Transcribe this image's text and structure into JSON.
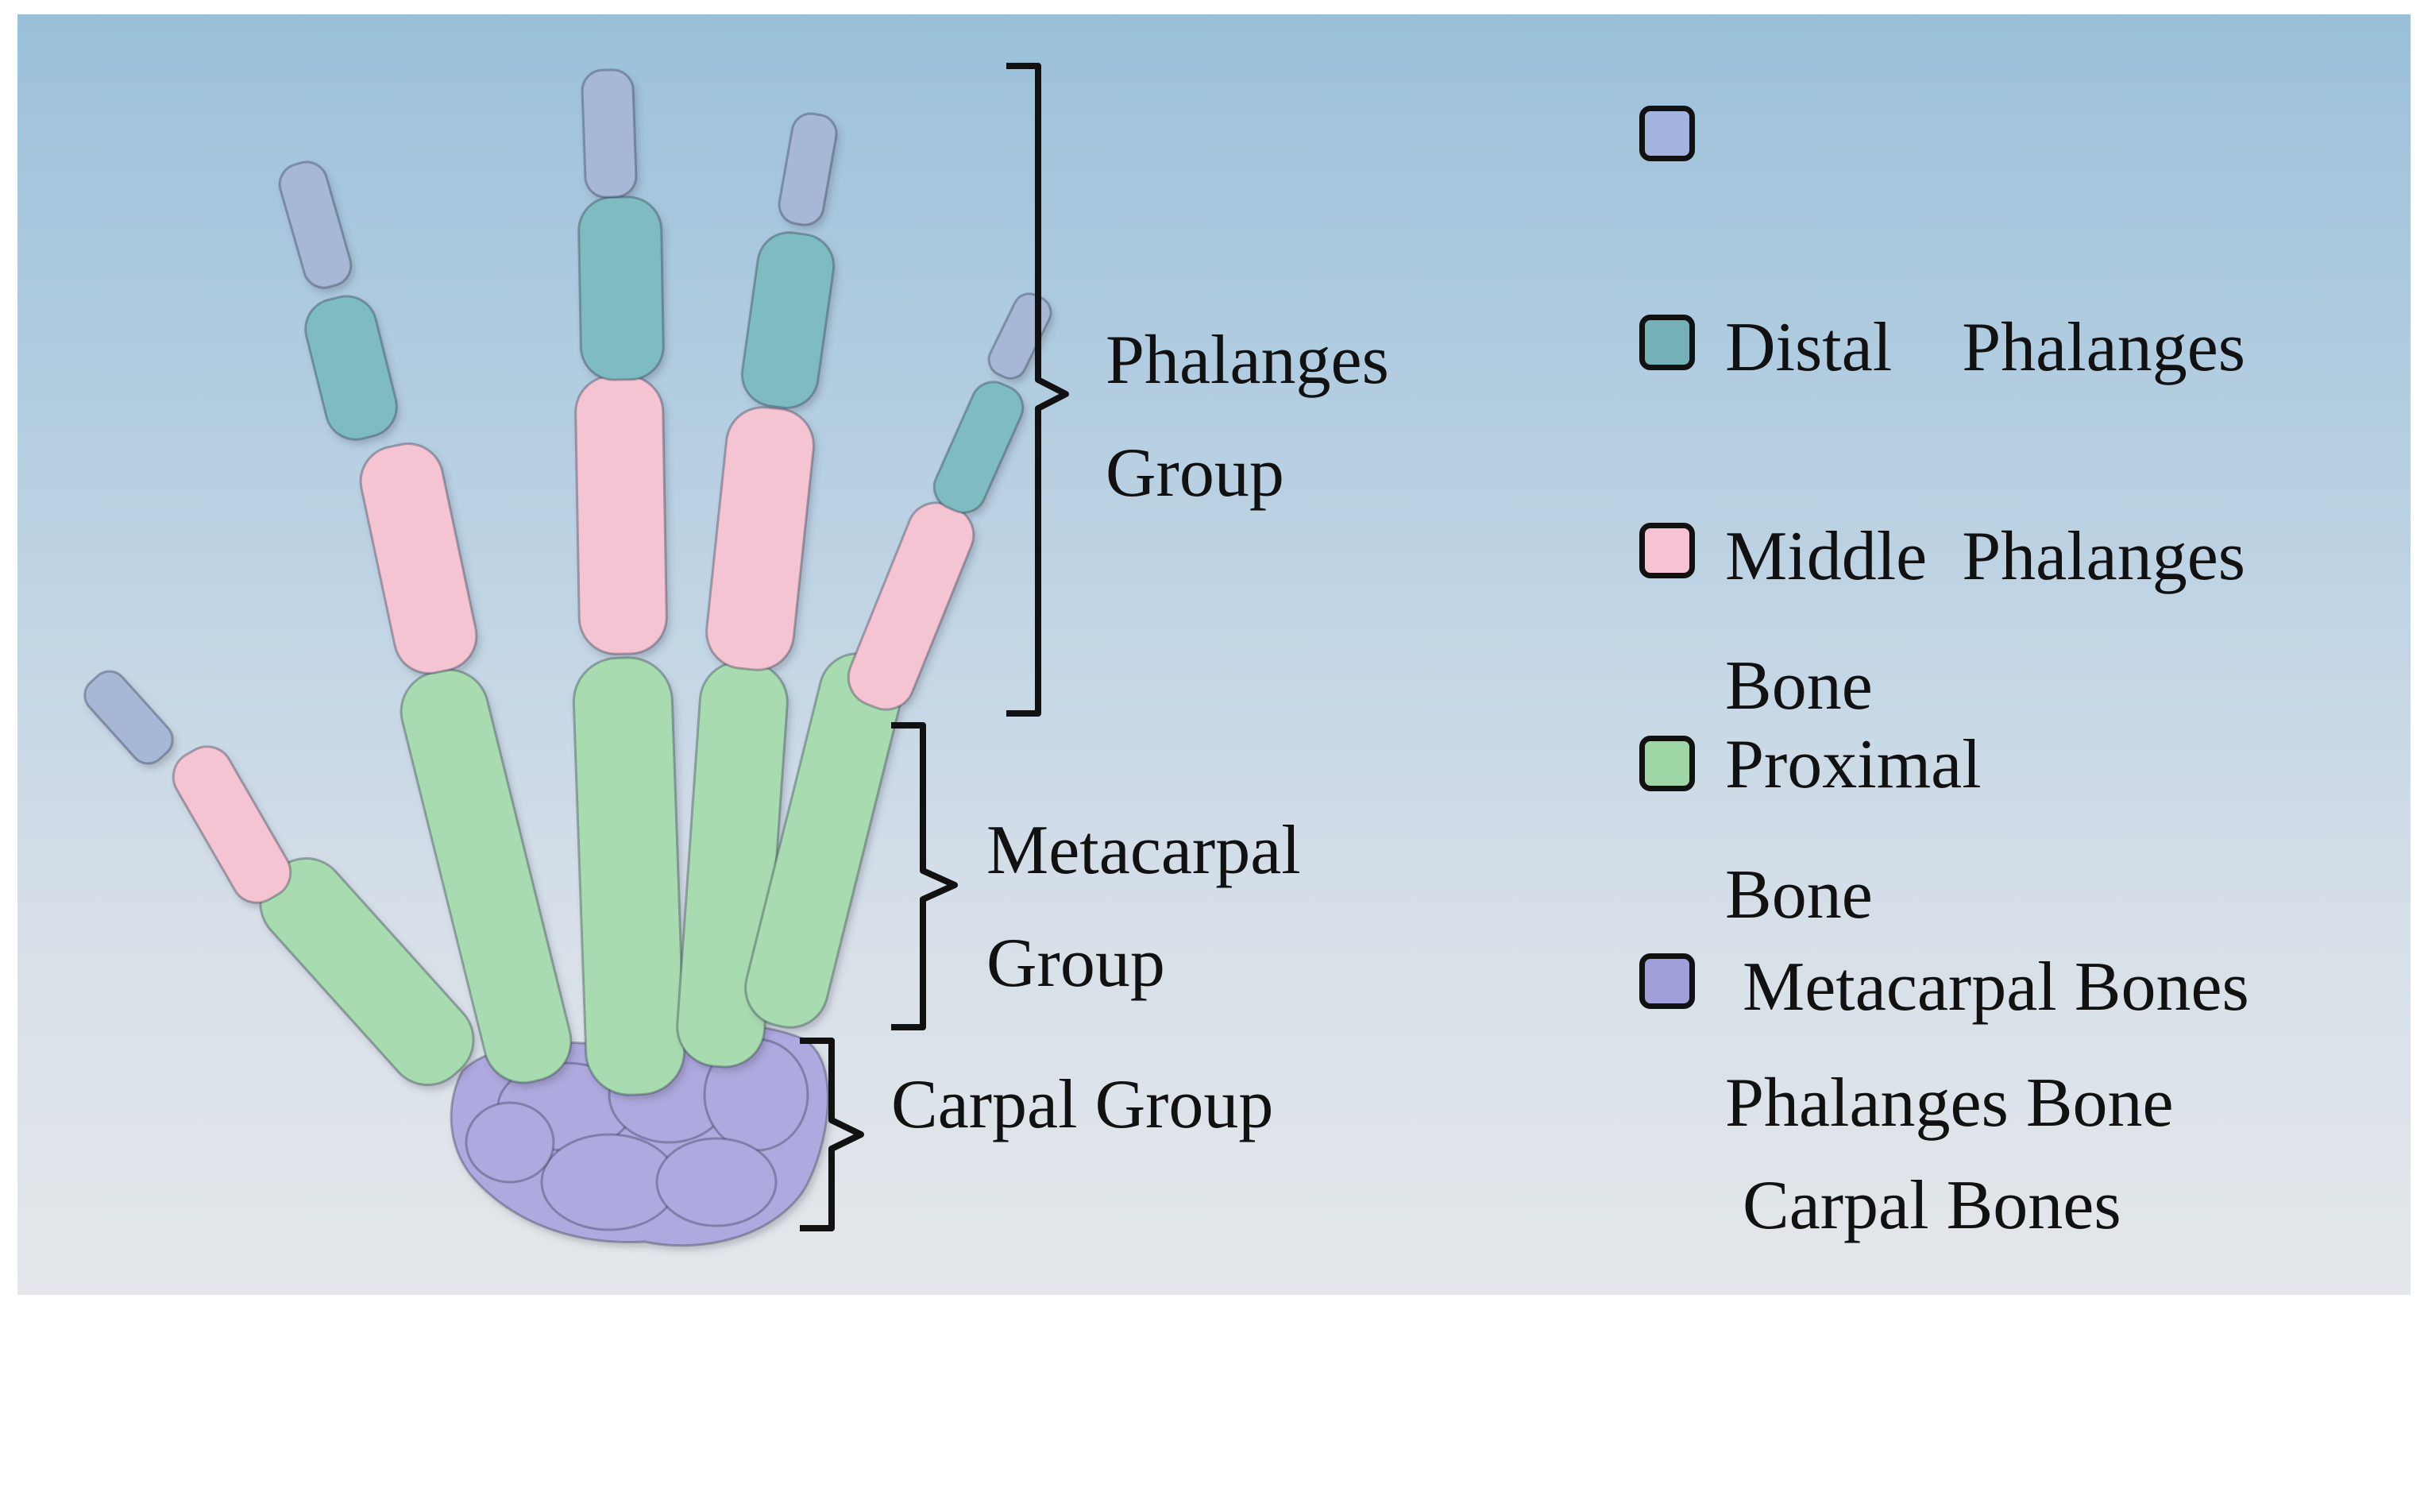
{
  "figure": {
    "group_labels": {
      "phalanges": [
        "Phalanges",
        "Group"
      ],
      "metacarpal": [
        "Metacarpal",
        "Group"
      ],
      "carpal": [
        "Carpal Group"
      ]
    },
    "legend": [
      {
        "lines": [
          "Distal    Phalanges",
          "Bone"
        ],
        "color": "#a3b4de"
      },
      {
        "lines": [
          "Middle  Phalanges",
          "Bone"
        ],
        "color": "#74b1b7"
      },
      {
        "lines": [
          "Proximal",
          "Phalanges Bone"
        ],
        "color": "#f6c3d2"
      },
      {
        "lines": [
          " Metacarpal Bones"
        ],
        "color": "#9fd6a6"
      },
      {
        "lines": [
          " Carpal Bones"
        ],
        "color": "#a19fda"
      }
    ],
    "bone_colors": {
      "distal": "#a7b7d6",
      "middle": "#7fbcc2",
      "proximal": "#f4c4d2",
      "metacarpal": "#a8dcb0",
      "carpal": "#aeaadf"
    }
  }
}
